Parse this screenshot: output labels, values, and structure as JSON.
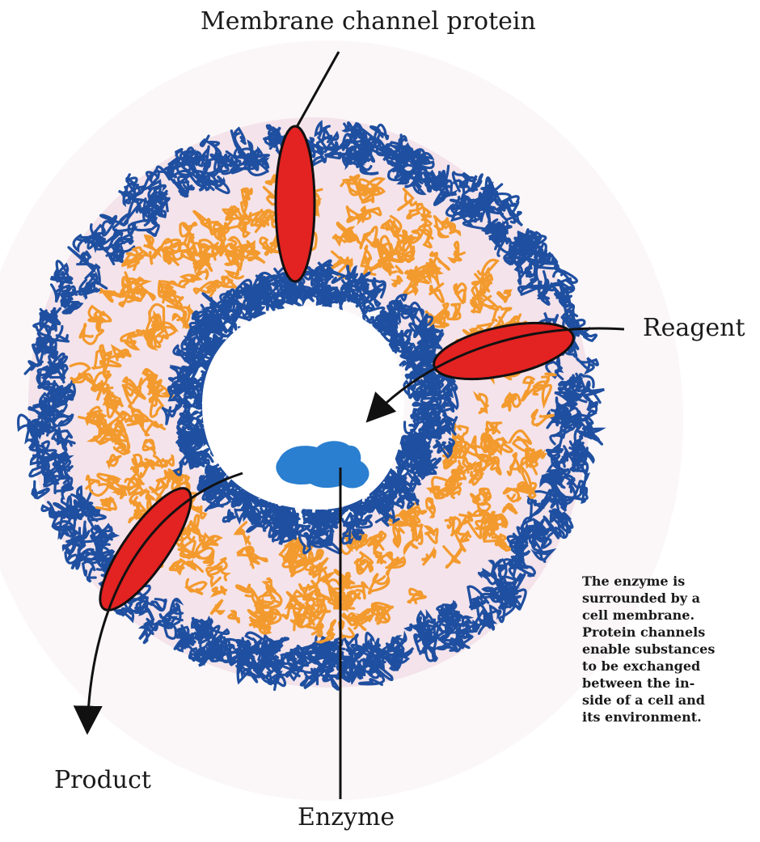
{
  "labels": {
    "membrane_channel_protein": "Membrane channel protein",
    "reagent": "Reagent",
    "product": "Product",
    "enzyme": "Enzyme"
  },
  "caption_lines": [
    "The enzyme is",
    "surrounded by a",
    "cell membrane.",
    "Protein channels",
    "enable substances",
    "to be exchanged",
    "between the in-",
    "side of a cell and",
    "its environment."
  ],
  "colors": {
    "membrane_blue": "#1f4fa0",
    "lipid_orange": "#f39a2e",
    "membrane_fill": "#f4e3ea",
    "channel_red": "#e32222",
    "enzyme_blue": "#2a7fd0",
    "line": "#111111"
  }
}
